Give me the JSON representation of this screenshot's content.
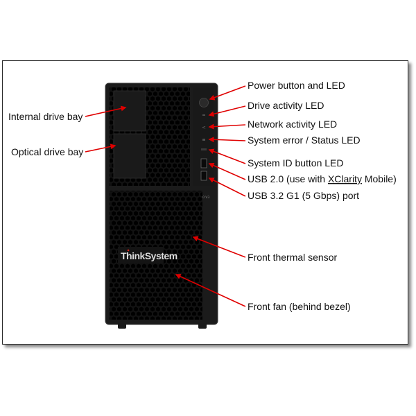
{
  "colors": {
    "arrow": "#e00000",
    "chassis": "#1b1b1b",
    "bezel": "#121212",
    "brand_dot": "#e2231a",
    "frame_border": "#2a2a2a"
  },
  "device": {
    "brand": "ThinkSystem",
    "model_badge": "ST50 V3"
  },
  "callouts": {
    "internal_drive_bay": "Internal drive bay",
    "optical_drive_bay": "Optical drive bay",
    "power_button": "Power button and LED",
    "drive_activity": "Drive activity LED",
    "network_activity": "Network activity LED",
    "system_error": "System error / Status LED",
    "system_id": "System ID button LED",
    "usb2_prefix": "USB 2.0 (use with ",
    "usb2_xclarity": "XClarity",
    "usb2_suffix": " Mobile)",
    "usb3": "USB 3.2 G1 (5 Gbps) port",
    "thermal_sensor": "Front thermal sensor",
    "front_fan": "Front fan (behind bezel)"
  }
}
